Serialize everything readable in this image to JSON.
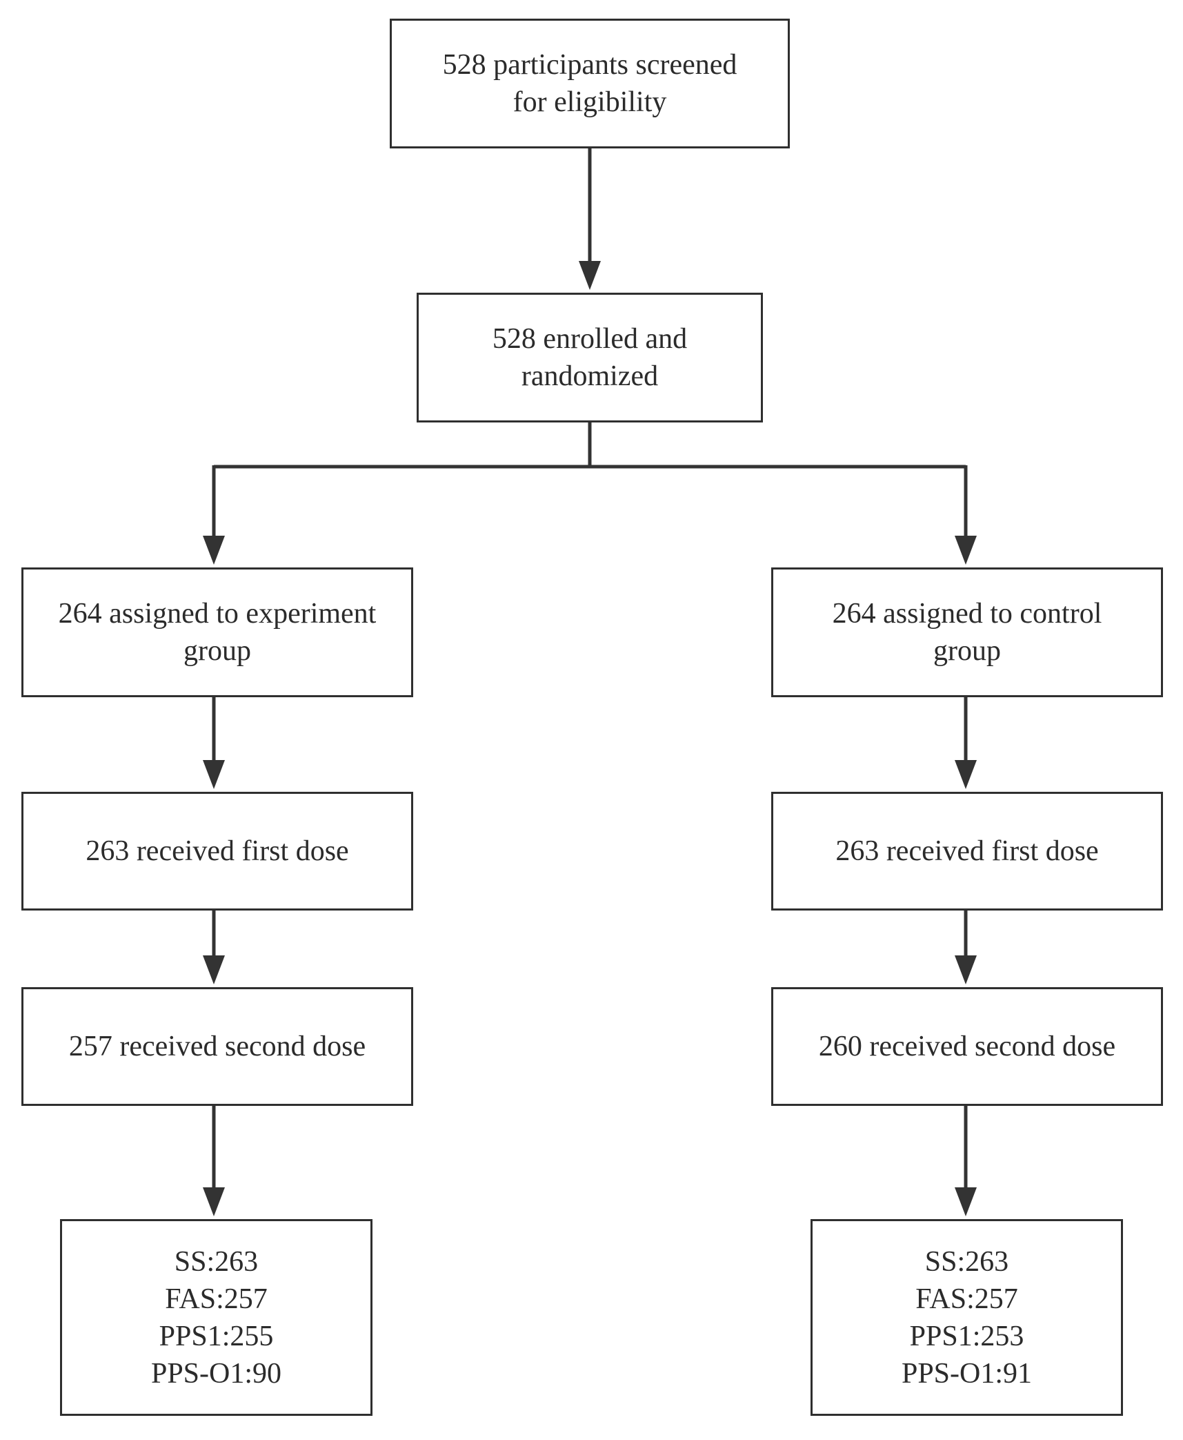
{
  "flowchart": {
    "screened": "528 participants screened\nfor eligibility",
    "enrolled": "528 enrolled and\nrandomized",
    "experiment": {
      "assigned": "264 assigned to experiment\ngroup",
      "first_dose": "263 received first dose",
      "second_dose": "257 received second dose",
      "results": [
        "SS:263",
        "FAS:257",
        "PPS1:255",
        "PPS-O1:90"
      ]
    },
    "control": {
      "assigned": "264 assigned to control\ngroup",
      "first_dose": "263 received first dose",
      "second_dose": "260 received second dose",
      "results": [
        "SS:263",
        "FAS:257",
        "PPS1:253",
        "PPS-O1:91"
      ]
    }
  },
  "colors": {
    "line": "#333333",
    "border": "#2f2f2f",
    "text": "#2b2b2b"
  }
}
